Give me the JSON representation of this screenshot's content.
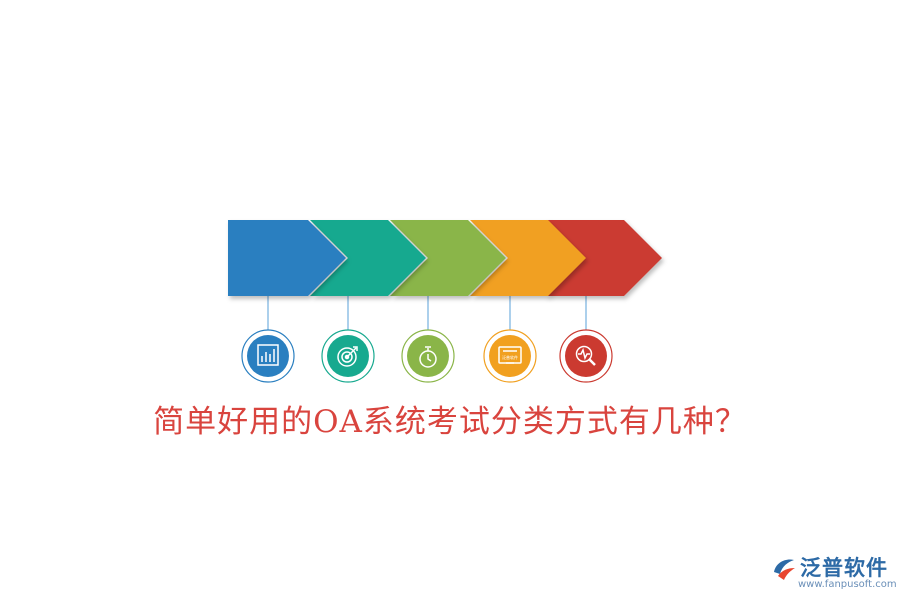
{
  "title": "简单好用的OA系统考试分类方式有几种？",
  "steps": [
    {
      "color": "#2a7fc0",
      "icon": "bar-chart-icon"
    },
    {
      "color": "#17a98f",
      "icon": "target-icon"
    },
    {
      "color": "#8ab548",
      "icon": "stopwatch-icon"
    },
    {
      "color": "#f1a020",
      "icon": "monitor-icon"
    },
    {
      "color": "#cb3a30",
      "icon": "magnifier-pulse-icon"
    }
  ],
  "monitor_text": "泛普软件",
  "logo": {
    "name": "泛普软件",
    "url": "www.fanpusoft.com"
  }
}
